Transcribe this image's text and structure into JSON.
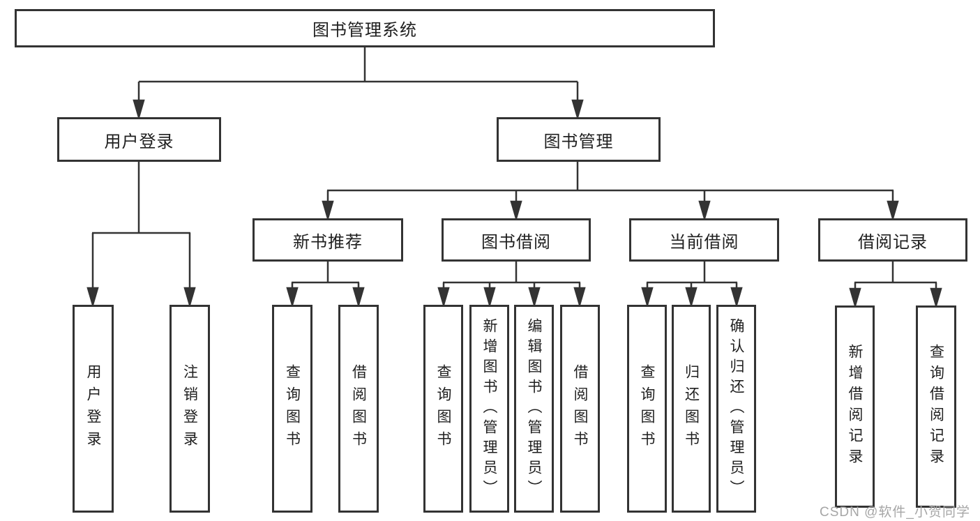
{
  "tree": {
    "label": "图书管理系统",
    "children": [
      {
        "label": "用户登录",
        "children": [
          {
            "label": "用户登录"
          },
          {
            "label": "注销登录"
          }
        ]
      },
      {
        "label": "图书管理",
        "children": [
          {
            "label": "新书推荐",
            "children": [
              {
                "label": "查询图书"
              },
              {
                "label": "借阅图书"
              }
            ]
          },
          {
            "label": "图书借阅",
            "children": [
              {
                "label": "查询图书"
              },
              {
                "label": "新增图书（管理员）"
              },
              {
                "label": "编辑图书（管理员）"
              },
              {
                "label": "借阅图书"
              }
            ]
          },
          {
            "label": "当前借阅",
            "children": [
              {
                "label": "查询图书"
              },
              {
                "label": "归还图书"
              },
              {
                "label": "确认归还（管理员）"
              }
            ]
          },
          {
            "label": "借阅记录",
            "children": [
              {
                "label": "新增借阅记录"
              },
              {
                "label": "查询借阅记录"
              }
            ]
          }
        ]
      }
    ]
  },
  "watermark": {
    "text": "CSDN @软件_小贺同学"
  },
  "colors": {
    "line": "#333333",
    "box_border": "#333333",
    "text": "#1f1f1f",
    "watermark": "#a6a6a6",
    "background": "#ffffff"
  }
}
